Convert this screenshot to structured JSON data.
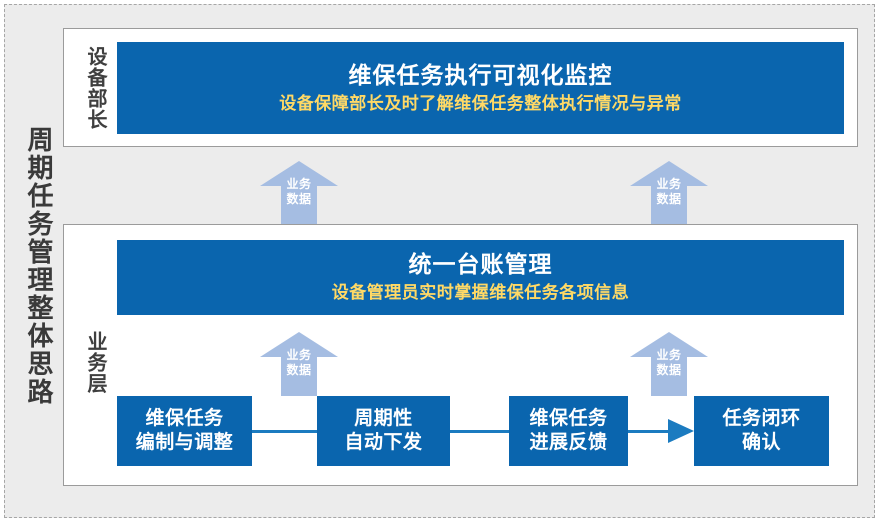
{
  "diagram": {
    "vertical_title": "周期任务管理整体思路",
    "layers": [
      {
        "id": "manager-layer",
        "role_label": "设备部长",
        "banner": {
          "title": "维保任务执行可视化监控",
          "subtitle": "设备保障部长及时了解维保任务整体执行情况与异常"
        }
      },
      {
        "id": "business-layer",
        "role_label": "业务层",
        "banner": {
          "title": "统一台账管理",
          "subtitle": "设备管理员实时掌握维保任务各项信息"
        }
      }
    ],
    "flow_arrows": [
      {
        "id": "arrow-a",
        "line1": "业务",
        "line2": "数据"
      },
      {
        "id": "arrow-b",
        "line1": "业务",
        "line2": "数据"
      },
      {
        "id": "arrow-c",
        "line1": "业务",
        "line2": "数据"
      },
      {
        "id": "arrow-d",
        "line1": "业务",
        "line2": "数据"
      }
    ],
    "process_boxes": [
      {
        "id": "box-1",
        "line1": "维保任务",
        "line2": "编制与调整"
      },
      {
        "id": "box-2",
        "line1": "周期性",
        "line2": "自动下发"
      },
      {
        "id": "box-3",
        "line1": "维保任务",
        "line2": "进展反馈"
      },
      {
        "id": "box-4",
        "line1": "任务闭环",
        "line2": "确认"
      }
    ],
    "colors": {
      "banner_blue": "#0a65ae",
      "subtitle_yellow": "#ffd966",
      "arrow_light_blue": "#a5bde2",
      "connector_blue": "#1b7bc0",
      "plate_grey": "#ececec"
    }
  }
}
